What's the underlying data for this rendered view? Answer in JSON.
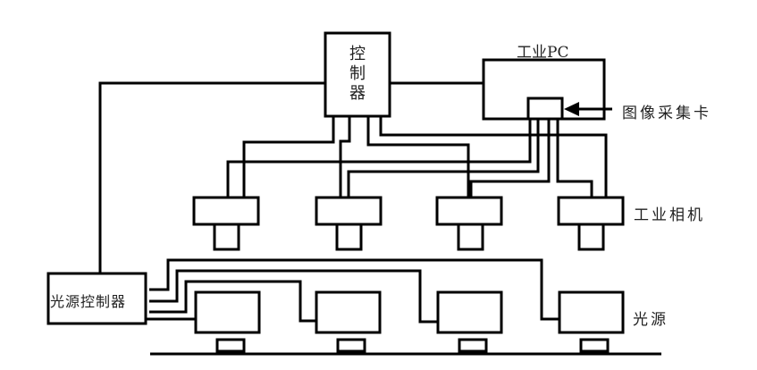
{
  "labels": {
    "controller": "控制器",
    "industrial_pc": "工业PC",
    "frame_grabber": "图像采集卡",
    "industrial_camera": "工业相机",
    "light_controller": "光源控制器",
    "light_source": "光源"
  },
  "counts": {
    "cameras": 4,
    "light_sources": 4
  }
}
